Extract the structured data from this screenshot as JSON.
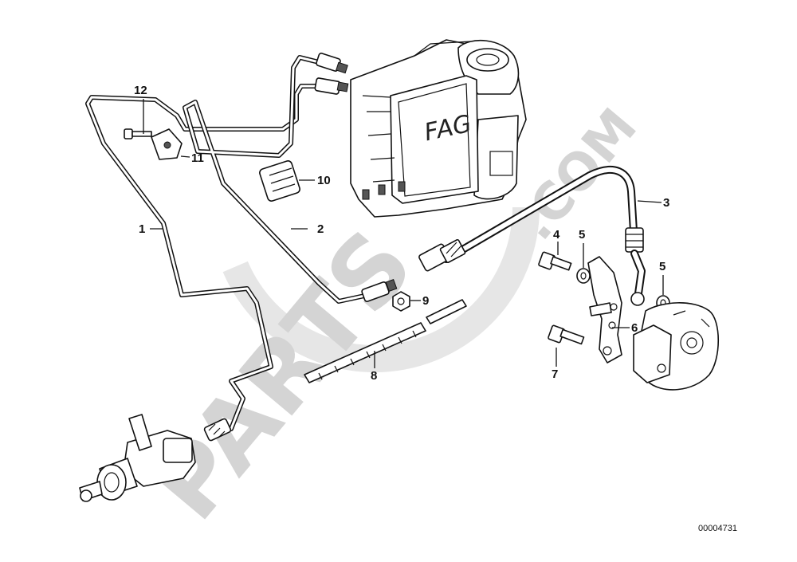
{
  "diagram": {
    "unit_label": "FAG",
    "reference_code": "00004731",
    "watermark": {
      "brand": "PARTS",
      "suffix": ".COM"
    },
    "callouts": [
      {
        "id": "c1",
        "label": "1"
      },
      {
        "id": "c2",
        "label": "2"
      },
      {
        "id": "c3",
        "label": "3"
      },
      {
        "id": "c4",
        "label": "4"
      },
      {
        "id": "c5a",
        "label": "5"
      },
      {
        "id": "c5b",
        "label": "5"
      },
      {
        "id": "c6",
        "label": "6"
      },
      {
        "id": "c7",
        "label": "7"
      },
      {
        "id": "c8",
        "label": "8"
      },
      {
        "id": "c9",
        "label": "9"
      },
      {
        "id": "c10",
        "label": "10"
      },
      {
        "id": "c11",
        "label": "11"
      },
      {
        "id": "c12",
        "label": "12"
      }
    ]
  }
}
